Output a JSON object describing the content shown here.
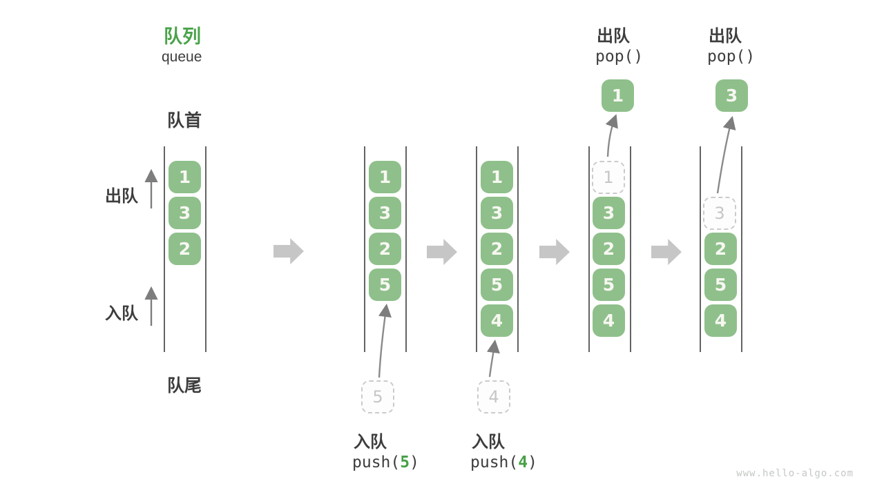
{
  "title": {
    "zh": "队列",
    "en": "queue"
  },
  "side_labels": {
    "front": "队首",
    "rear": "队尾",
    "dequeue": "出队",
    "enqueue": "入队"
  },
  "ops": {
    "push5": {
      "name": "入队",
      "fn": "push(",
      "arg": "5",
      "close": ")"
    },
    "push4": {
      "name": "入队",
      "fn": "push(",
      "arg": "4",
      "close": ")"
    },
    "pop1": {
      "name": "出队",
      "code": "pop()",
      "value": "1"
    },
    "pop2": {
      "name": "出队",
      "code": "pop()",
      "value": "3"
    }
  },
  "states": [
    {
      "cells": [
        "1",
        "3",
        "2"
      ]
    },
    {
      "cells": [
        "1",
        "3",
        "2",
        "5"
      ],
      "pending": "5"
    },
    {
      "cells": [
        "1",
        "3",
        "2",
        "5",
        "4"
      ],
      "pending": "4"
    },
    {
      "ghost": "1",
      "cells": [
        "3",
        "2",
        "5",
        "4"
      ],
      "popped": "1"
    },
    {
      "ghost": "3",
      "cells": [
        "2",
        "5",
        "4"
      ],
      "popped": "3"
    }
  ],
  "watermark": "www.hello-algo.com",
  "colors": {
    "cell_green": "#8FC08B",
    "accent_green": "#47A047",
    "title_green": "#4AA34A",
    "text_dark": "#3D3D3D",
    "ghost_gray": "#CBCBCB",
    "flow_arrow_gray": "#C6C6C6",
    "curve_arrow_gray": "#8A8A8A"
  }
}
